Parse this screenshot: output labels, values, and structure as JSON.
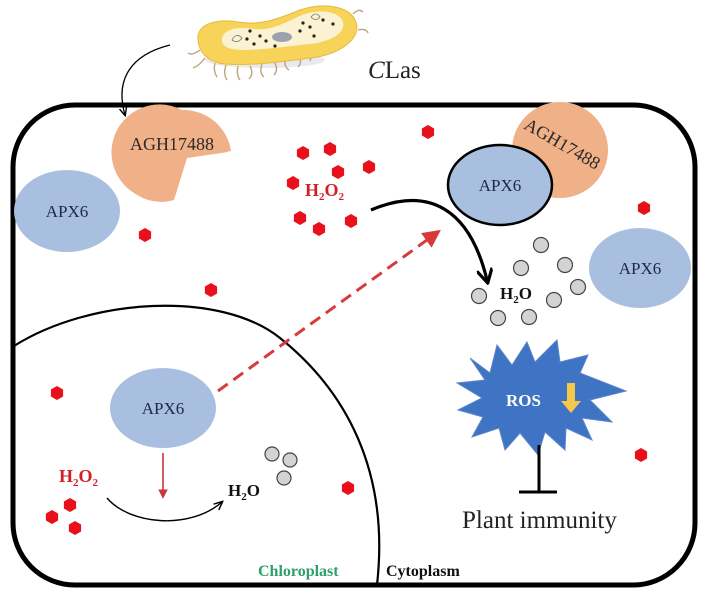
{
  "title": "CLas effector AGH17488 interacts with APX6 to reduce ROS and suppress plant immunity",
  "colors": {
    "h2o2": "#e8101a",
    "h2o2_label": "#d21f26",
    "apx6_fill": "#a9bfe0",
    "agh_fill": "#f0b088",
    "water_fill": "#d3d3d3",
    "ros_fill": "#3f73c4",
    "ros_arrow": "#f5c84a",
    "chloroplast_label": "#2e9e6a",
    "dashed_arrow": "#d63a3a"
  },
  "pathogen": {
    "icon": "bacterium-icon",
    "label_italic": "C",
    "label_rest": "Las"
  },
  "effectors": [
    {
      "label": "AGH17488",
      "location": "top-left, free"
    },
    {
      "label": "AGH17488",
      "location": "top-right, bound to APX6"
    }
  ],
  "proteins": {
    "apx6_label": "APX6"
  },
  "molecules": {
    "h2o2_H": "H",
    "h2o2_sub1": "2",
    "h2o2_O": "O",
    "h2o2_sub2": "2",
    "h2o_H": "H",
    "h2o_sub": "2",
    "h2o_O": "O"
  },
  "ros": {
    "label": "ROS",
    "trend": "decrease",
    "icon": "down-arrow-icon"
  },
  "outcome": {
    "label": "Plant immunity",
    "relation": "inhibition"
  },
  "compartments": {
    "chloroplast": "Chloroplast",
    "cytoplasm": "Cytoplasm"
  }
}
